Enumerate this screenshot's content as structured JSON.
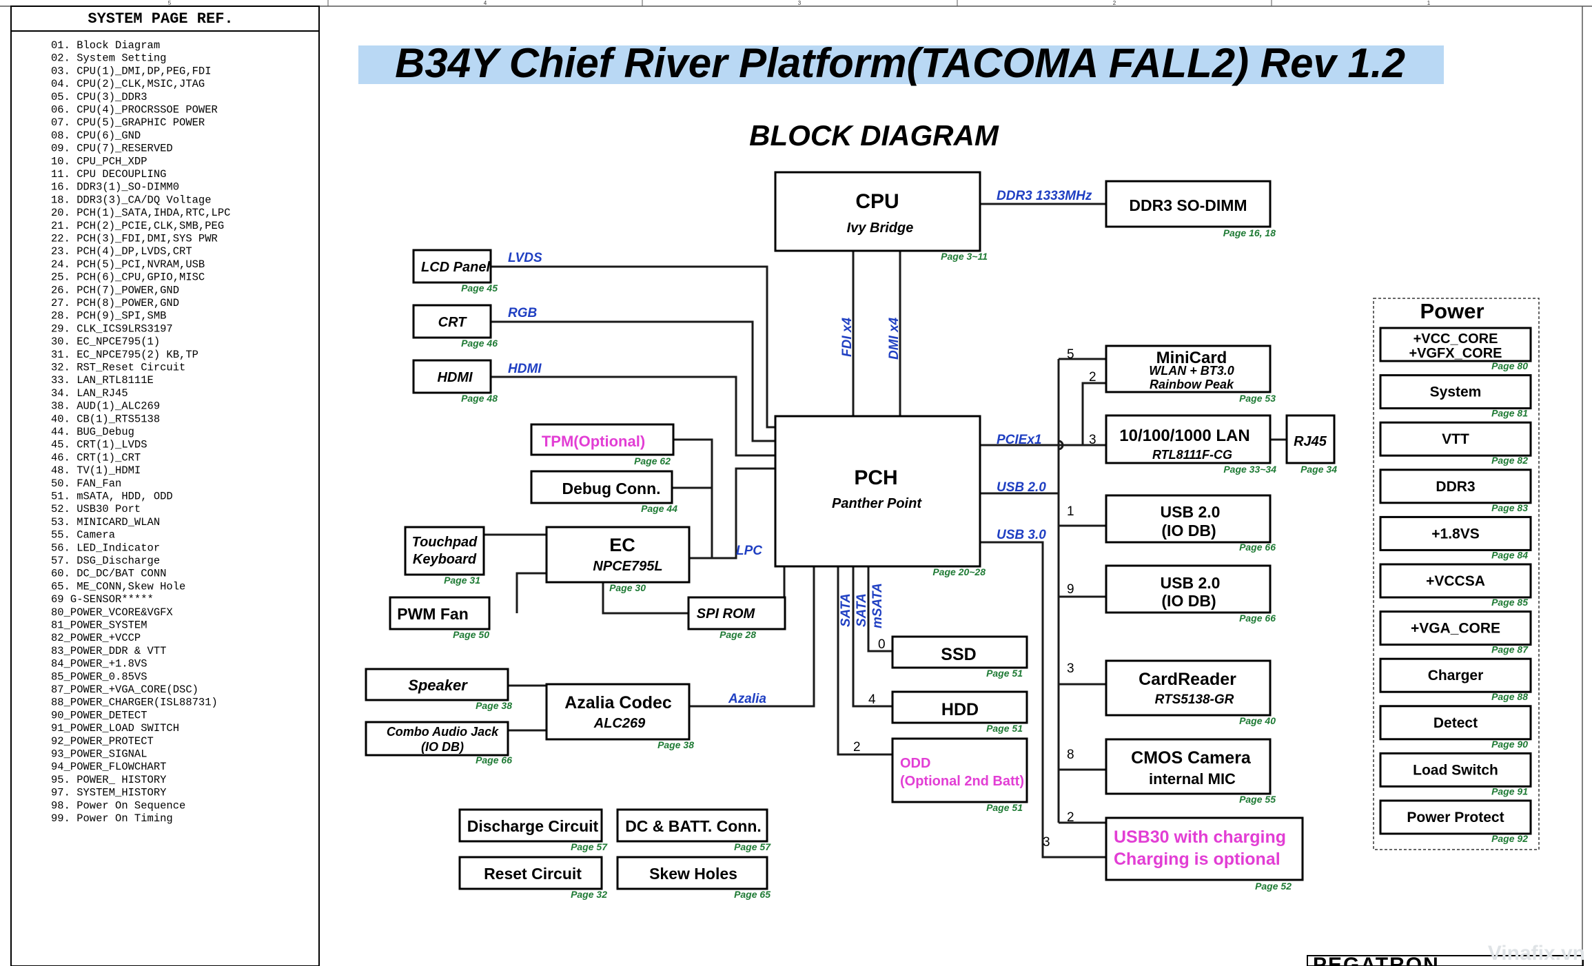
{
  "title": "B34Y Chief River Platform(TACOMA FALL2) Rev 1.2",
  "subtitle": "BLOCK DIAGRAM",
  "border_numbers": [
    "5",
    "4",
    "3",
    "2",
    "1"
  ],
  "footer_logo": "PEGATRON",
  "watermark": "Vinafix.vn",
  "colors": {
    "title_highlight": "#b9d8f4",
    "bus_label": "#1f3fc2",
    "page_ref": "#1e7a34",
    "optional": "#e23ed4",
    "orange_number": "#d07a20"
  },
  "page_ref": {
    "title": "SYSTEM PAGE REF.",
    "items": [
      "01. Block Diagram",
      "02. System Setting",
      "03. CPU(1)_DMI,DP,PEG,FDI",
      "04. CPU(2)_CLK,MSIC,JTAG",
      "05. CPU(3)_DDR3",
      "06. CPU(4)_PROCRSSOE POWER",
      "07. CPU(5)_GRAPHIC POWER",
      "08. CPU(6)_GND",
      "09. CPU(7)_RESERVED",
      "10. CPU_PCH_XDP",
      "11. CPU DECOUPLING",
      "16. DDR3(1)_SO-DIMM0",
      "18. DDR3(3)_CA/DQ Voltage",
      "20. PCH(1)_SATA,IHDA,RTC,LPC",
      "21. PCH(2)_PCIE,CLK,SMB,PEG",
      "22. PCH(3)_FDI,DMI,SYS PWR",
      "23. PCH(4)_DP,LVDS,CRT",
      "24. PCH(5)_PCI,NVRAM,USB",
      "25. PCH(6)_CPU,GPIO,MISC",
      "26. PCH(7)_POWER,GND",
      "27. PCH(8)_POWER,GND",
      "28. PCH(9)_SPI,SMB",
      "29. CLK_ICS9LRS3197",
      "30. EC_NPCE795(1)",
      "31. EC_NPCE795(2) KB,TP",
      "32. RST_Reset Circuit",
      "33. LAN_RTL8111E",
      "34. LAN_RJ45",
      "38. AUD(1)_ALC269",
      "40. CB(1)_RTS5138",
      "44. BUG_Debug",
      "45. CRT(1)_LVDS",
      "46. CRT(1)_CRT",
      "48. TV(1)_HDMI",
      "50. FAN_Fan",
      "51. mSATA, HDD, ODD",
      "52. USB30 Port",
      "53. MINICARD_WLAN",
      "55. Camera",
      "56. LED_Indicator",
      "57. DSG_Discharge",
      "60. DC_DC/BAT CONN",
      "65. ME_CONN,Skew Hole",
      "69  G-SENSOR*****",
      "80_POWER_VCORE&VGFX",
      "81_POWER_SYSTEM",
      "82_POWER_+VCCP",
      "83_POWER_DDR & VTT",
      "84_POWER_+1.8VS",
      "85_POWER_0.85VS",
      "87_POWER_+VGA_CORE(DSC)",
      "88_POWER_CHARGER(ISL88731)",
      "90_POWER_DETECT",
      "91_POWER_LOAD SWITCH",
      "92_POWER_PROTECT",
      "93_POWER_SIGNAL",
      "94_POWER_FLOWCHART",
      "95. POWER_ HISTORY",
      "97. SYSTEM_HISTORY",
      "98. Power On Sequence",
      "99. Power On Timing"
    ]
  },
  "blocks": {
    "cpu": {
      "name": "CPU",
      "sub": "Ivy Bridge",
      "page": "Page 3~11"
    },
    "ddr3": {
      "name": "DDR3 SO-DIMM",
      "page": "Page 16, 18"
    },
    "pch": {
      "name": "PCH",
      "sub": "Panther Point",
      "page": "Page 20~28"
    },
    "lcd": {
      "name": "LCD Panel",
      "page": "Page 45"
    },
    "crt": {
      "name": "CRT",
      "page": "Page 46"
    },
    "hdmi": {
      "name": "HDMI",
      "page": "Page 48"
    },
    "tpm": {
      "name": "TPM(Optional)",
      "page": "Page 62"
    },
    "debug": {
      "name": "Debug Conn.",
      "page": "Page 44"
    },
    "touchpad": {
      "line1": "Touchpad",
      "line2": "Keyboard",
      "page": "Page 31"
    },
    "ec": {
      "name": "EC",
      "sub": "NPCE795L",
      "page": "Page 30"
    },
    "pwmfan": {
      "name": "PWM Fan",
      "page": "Page 50"
    },
    "spirom": {
      "name": "SPI ROM",
      "page": "Page 28"
    },
    "speaker": {
      "name": "Speaker",
      "page": "Page 38"
    },
    "combo": {
      "line1": "Combo Audio Jack",
      "line2": "(IO DB)",
      "page": "Page 66"
    },
    "azalia": {
      "name": "Azalia Codec",
      "sub": "ALC269",
      "page": "Page 38"
    },
    "minicard": {
      "name": "MiniCard",
      "sub1": "WLAN + BT3.0",
      "sub2": "Rainbow Peak",
      "page": "Page 53"
    },
    "lan": {
      "name": "10/100/1000 LAN",
      "sub": "RTL8111F-CG",
      "page": "Page 33~34"
    },
    "rj45": {
      "name": "RJ45",
      "page": "Page 34"
    },
    "usb_a": {
      "line1": "USB 2.0",
      "line2": "(IO DB)",
      "page": "Page 66"
    },
    "usb_b": {
      "line1": "USB 2.0",
      "line2": "(IO DB)",
      "page": "Page 66"
    },
    "ssd": {
      "name": "SSD",
      "page": "Page 51"
    },
    "hdd": {
      "name": "HDD",
      "page": "Page 51"
    },
    "odd": {
      "line1": "ODD",
      "line2": "(Optional 2nd Batt)",
      "page": "Page 51"
    },
    "cardreader": {
      "name": "CardReader",
      "sub": "RTS5138-GR",
      "page": "Page 40"
    },
    "camera": {
      "name": "CMOS Camera",
      "sub": "internal MIC",
      "page": "Page 55"
    },
    "usb30": {
      "line1": "USB30 with charging",
      "line2": "Charging is optional",
      "page": "Page 52"
    },
    "discharge": {
      "name": "Discharge Circuit",
      "page": "Page 57"
    },
    "dcbatt": {
      "name": "DC & BATT. Conn.",
      "page": "Page 57"
    },
    "reset": {
      "name": "Reset Circuit",
      "page": "Page 32"
    },
    "skew": {
      "name": "Skew Holes",
      "page": "Page 65"
    }
  },
  "buses": {
    "ddr3": "DDR3  1333MHz",
    "lvds": "LVDS",
    "rgb": "RGB",
    "hdmi": "HDMI",
    "fdi": "FDI x4",
    "dmi": "DMI x4",
    "pciex1": "PCIEx1",
    "usb20": "USB 2.0",
    "usb30": "USB 3.0",
    "lpc": "LPC",
    "azalia": "Azalia",
    "sata1": "SATA",
    "sata2": "SATA",
    "msata": "mSATA"
  },
  "port_numbers": {
    "p5": "5",
    "p2a": "2",
    "p3a": "3",
    "p1": "1",
    "p9": "9",
    "p3b": "3",
    "p8": "8",
    "p2b": "2",
    "p3orange": "3",
    "p0": "0",
    "p4": "4",
    "p2c": "2"
  },
  "power": {
    "title": "Power",
    "items": [
      {
        "line1": "+VCC_CORE",
        "line2": "+VGFX_CORE",
        "page": "Page 80"
      },
      {
        "line1": "System",
        "page": "Page 81"
      },
      {
        "line1": "VTT",
        "page": "Page 82"
      },
      {
        "line1": "DDR3",
        "page": "Page 83"
      },
      {
        "line1": "+1.8VS",
        "page": "Page 84"
      },
      {
        "line1": "+VCCSA",
        "page": "Page 85"
      },
      {
        "line1": "+VGA_CORE",
        "page": "Page 87"
      },
      {
        "line1": "Charger",
        "page": "Page 88"
      },
      {
        "line1": "Detect",
        "page": "Page 90"
      },
      {
        "line1": "Load Switch",
        "page": "Page 91"
      },
      {
        "line1": "Power Protect",
        "page": "Page 92"
      }
    ]
  }
}
